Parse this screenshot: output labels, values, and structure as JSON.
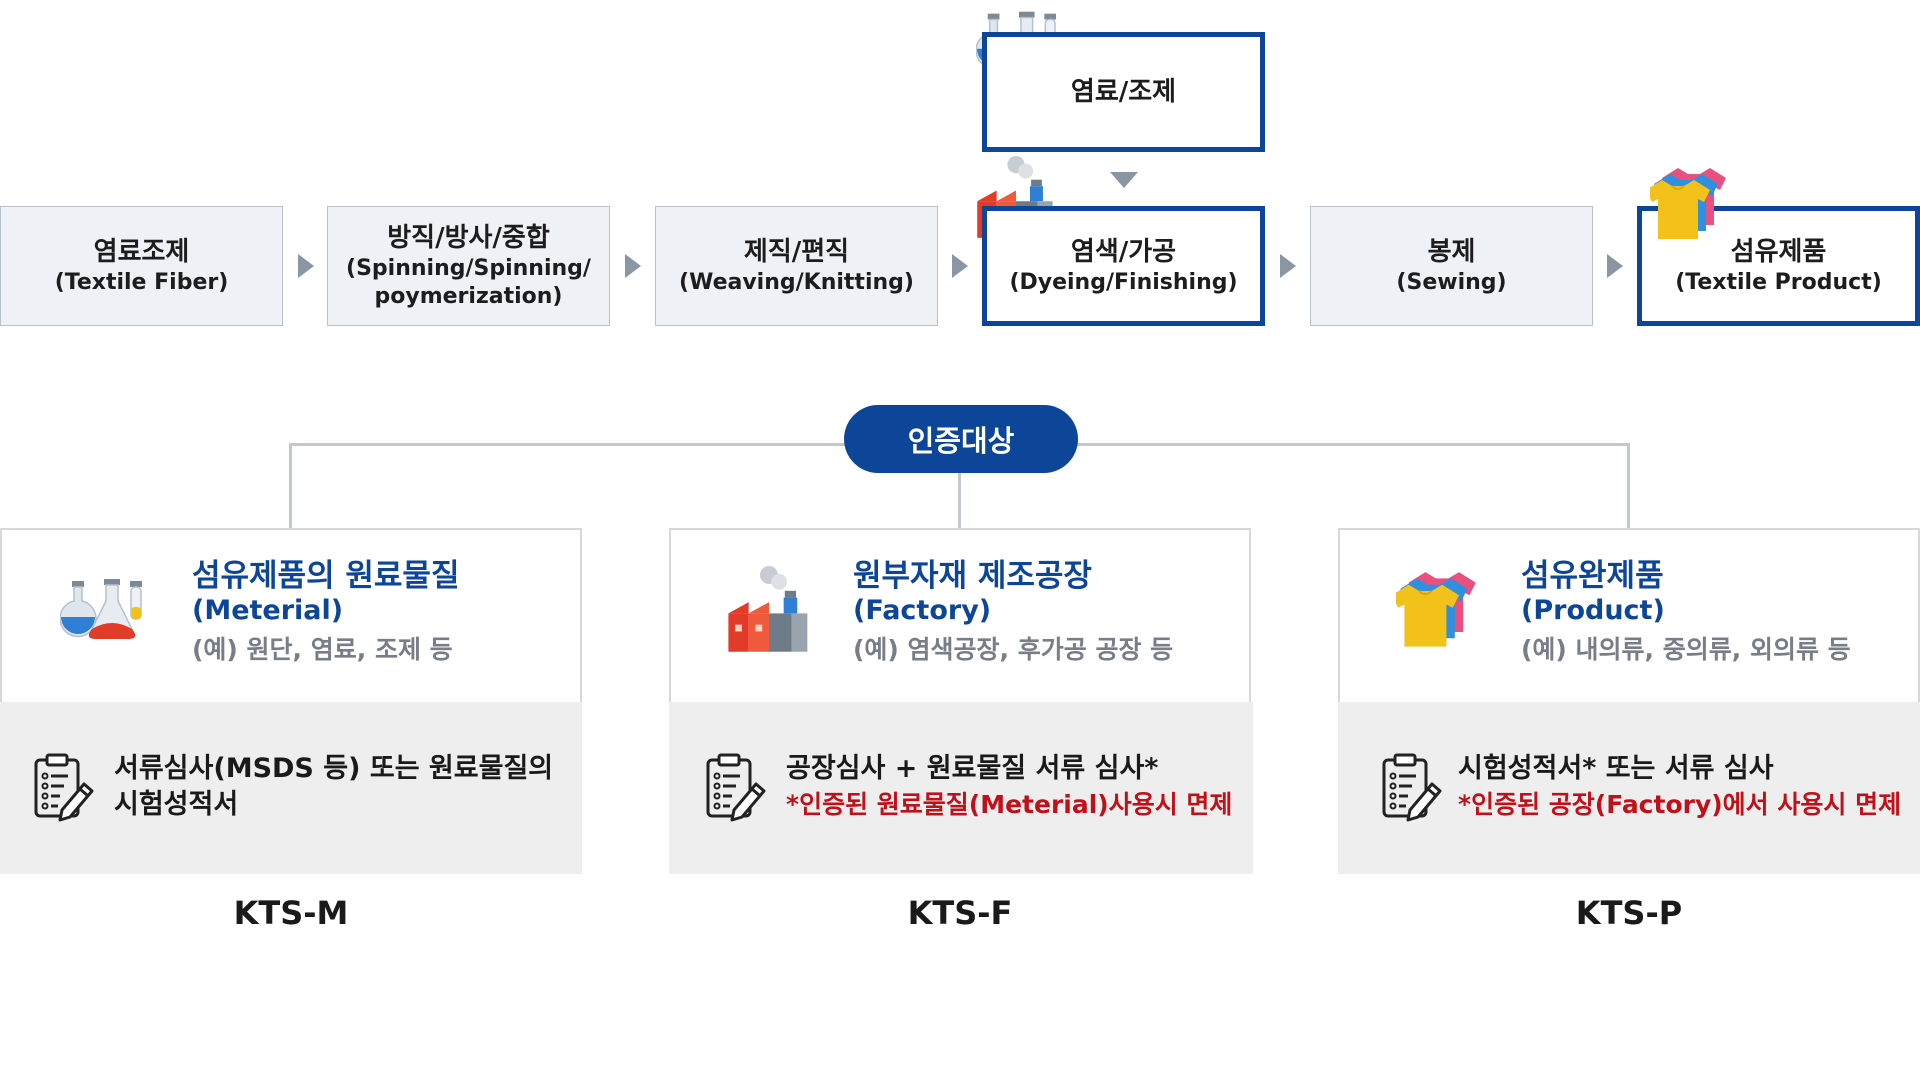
{
  "process": {
    "top_step": {
      "label": "염료/조제"
    },
    "steps": [
      {
        "label": "염료조제",
        "sub": "(Textile Fiber)"
      },
      {
        "label": "방직/방사/중합",
        "sub": "(Spinning/Spinning/",
        "sub2": "poymerization)"
      },
      {
        "label": "제직/편직",
        "sub": "(Weaving/Knitting)"
      },
      {
        "label": "염색/가공",
        "sub": "(Dyeing/Finishing)"
      },
      {
        "label": "봉제",
        "sub": "(Sewing)"
      },
      {
        "label": "섬유제품",
        "sub": "(Textile Product)"
      }
    ]
  },
  "certification": {
    "label": "인증대상",
    "cards": [
      {
        "title": "섬유제품의 원료물질",
        "subtitle": "(Meterial)",
        "example": "(예) 원단, 염료, 조제 등",
        "condition_line1": "서류심사(MSDS 등) 또는 원료물질의",
        "condition_line2": "시험성적서",
        "note": "",
        "icon": "chemistry-flask-icon",
        "code": "KTS-M"
      },
      {
        "title": "원부자재 제조공장",
        "subtitle": "(Factory)",
        "example": "(예) 염색공장, 후가공 공장 등",
        "condition_line1": "공장심사 + 원료물질 서류 심사*",
        "condition_line2": "",
        "note": "*인증된 원료물질(Meterial)사용시 면제",
        "icon": "factory-icon",
        "code": "KTS-F"
      },
      {
        "title": "섬유완제품",
        "subtitle": "(Product)",
        "example": "(예) 내의류, 중의류, 외의류 등",
        "condition_line1": "시험성적서* 또는 서류 심사",
        "condition_line2": "",
        "note": "*인증된 공장(Factory)에서 사용시 면제",
        "icon": "tshirt-icon",
        "code": "KTS-P"
      }
    ]
  },
  "colors": {
    "accent": "#0d4699",
    "note_red": "#c0111b",
    "box_bg": "#eef2f6",
    "panel_bg": "#eeeeee"
  }
}
